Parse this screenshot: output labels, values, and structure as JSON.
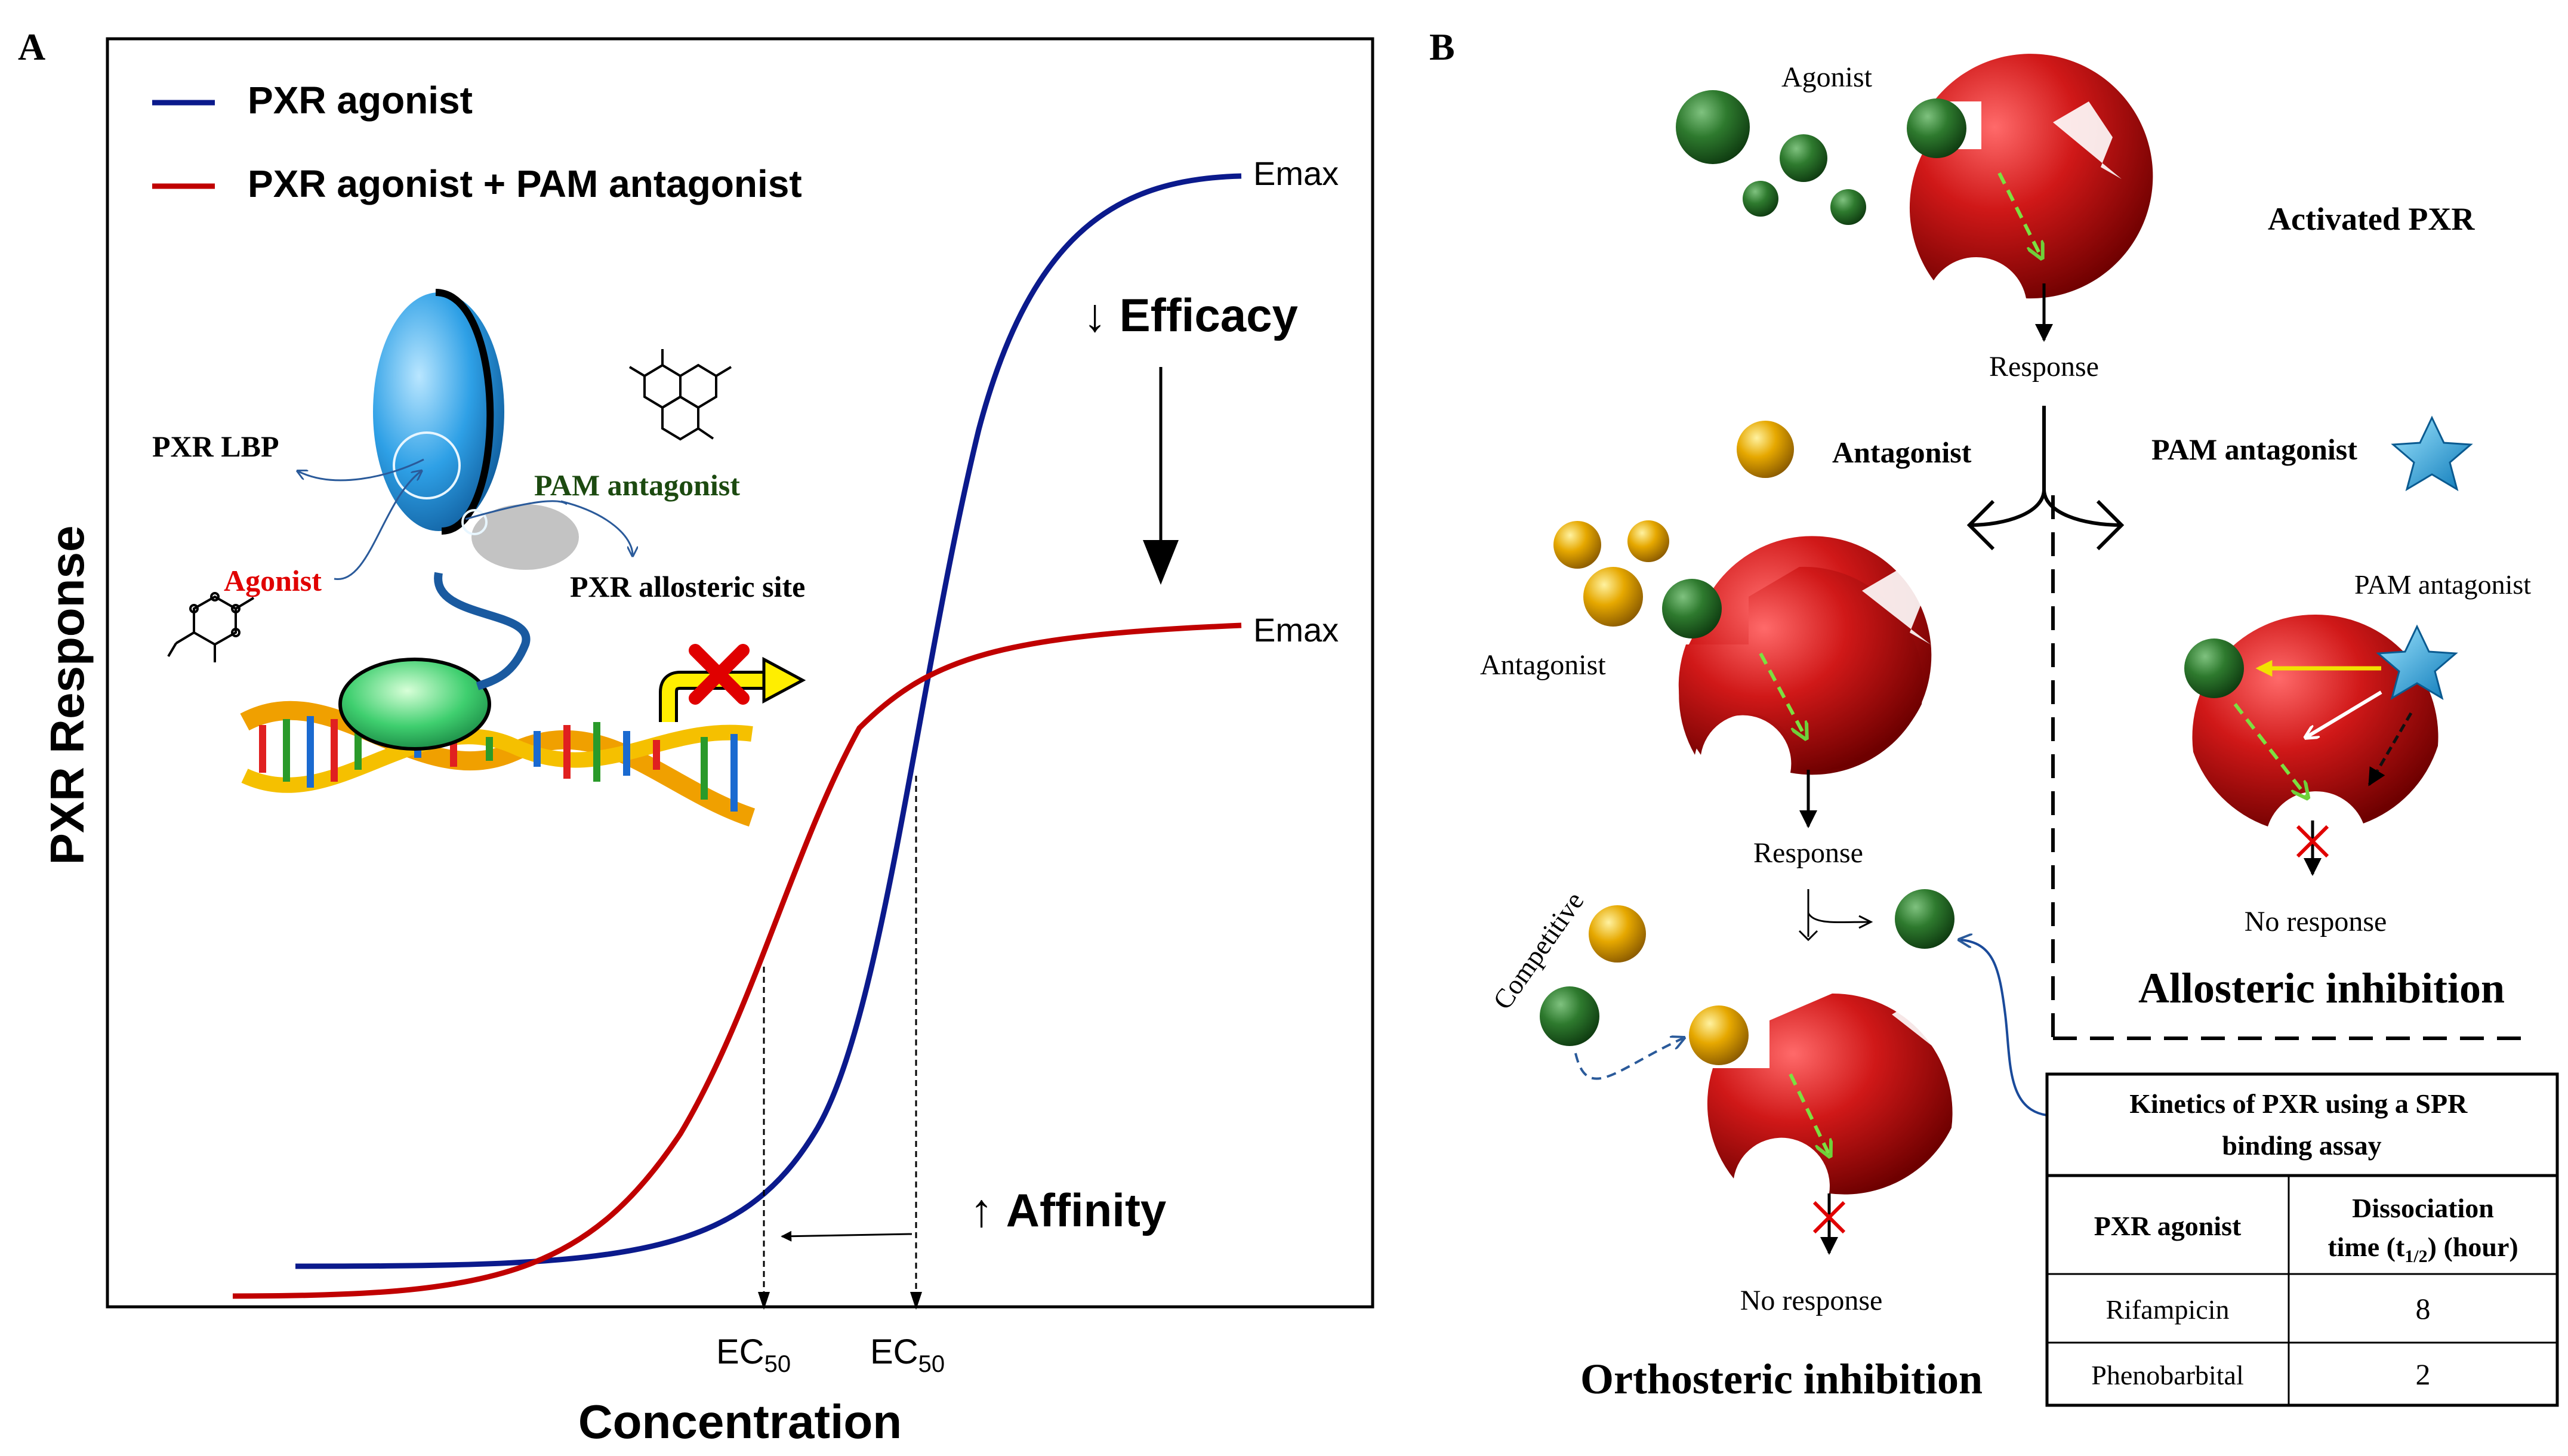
{
  "panel_a": {
    "letter": "A",
    "legend": {
      "agonist": "PXR agonist",
      "agonist_pam": "PXR agonist + PAM antagonist"
    },
    "ylabel": "PXR Response",
    "xlabel": "Concentration",
    "emax_top": "Emax",
    "emax_bottom": "Emax",
    "efficacy": "Efficacy",
    "affinity": "Affinity",
    "ec": "EC",
    "ec_sub": "50",
    "inset": {
      "lbp": "PXR LBP",
      "pam": "PAM antagonist",
      "agonist": "Agonist",
      "allosteric": "PXR allosteric site"
    },
    "colors": {
      "agonist": "#0b1a8c",
      "pam": "#c00000"
    }
  },
  "panel_b": {
    "letter": "B",
    "top_agonist": "Agonist",
    "activated": "Activated PXR",
    "response_top": "Response",
    "antagonist_bold": "Antagonist",
    "pam_bold": "PAM antagonist",
    "left_antagonist": "Antagonist",
    "response_mid": "Response",
    "competitive": "Competitive",
    "no_response_bottom": "No response",
    "orthosteric": "Orthosteric inhibition",
    "pam_right": "PAM antagonist",
    "no_response_right": "No response",
    "allosteric": "Allosteric inhibition",
    "table": {
      "title": "Kinetics of PXR using a SPR binding assay",
      "col1": "PXR agonist",
      "col2_a": "Dissociation",
      "col2_b": "time (t",
      "col2_sub": "1/2",
      "col2_c": ") (hour)",
      "rows": [
        {
          "name": "Rifampicin",
          "value": "8"
        },
        {
          "name": "Phenobarbital",
          "value": "2"
        }
      ]
    }
  }
}
